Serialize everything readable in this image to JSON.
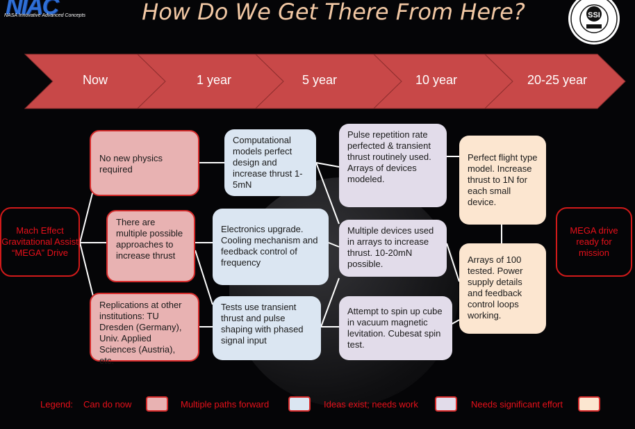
{
  "header": {
    "logo_word": "NIAC",
    "logo_sub": "NASA Innovative Advanced Concepts",
    "title": "How Do We Get There From Here?",
    "seal_text": "SSI"
  },
  "timeline": [
    "Now",
    "1 year",
    "5 year",
    "10 year",
    "20-25 year"
  ],
  "left_box": "Mach Effect Gravitational Assist “MEGA” Drive",
  "right_box": "MEGA drive ready for mission",
  "boxes": {
    "no_new_physics": "No new physics required",
    "multiple_approaches": "There are multiple possible approaches to increase thrust",
    "replications": "Replications at other institutions: TU Dresden (Germany), Univ. Applied Sciences (Austria), etc.",
    "computational_models": "Computational models perfect design and increase thrust 1-5mN",
    "electronics_upgrade": "Electronics upgrade. Cooling mechanism and feedback control of frequency",
    "transient_thrust": "Tests use transient thrust and pulse shaping with phased signal input",
    "pulse_repetition": "Pulse repetition rate perfected & transient thrust routinely used. Arrays of devices modeled.",
    "multiple_devices": "Multiple devices used in arrays to increase thrust. 10-20mN possible.",
    "spin_cube": "Attempt to spin up cube in vacuum magnetic levitation. Cubesat spin test.",
    "flight_model": "Perfect flight type model. Increase thrust to 1N for each small device.",
    "arrays_100": "Arrays of 100 tested. Power supply details and feedback control loops working."
  },
  "legend": {
    "label": "Legend:",
    "items": [
      "Can do now",
      "Multiple paths forward",
      "Ideas exist; needs work",
      "Needs significant effort"
    ]
  },
  "colors": {
    "pink": "#e8b2b2",
    "blue": "#dbe6f2",
    "lavender": "#e2dcea",
    "peach": "#fce6d0",
    "chevron": "#c84848",
    "accent_red": "#e8101a"
  }
}
